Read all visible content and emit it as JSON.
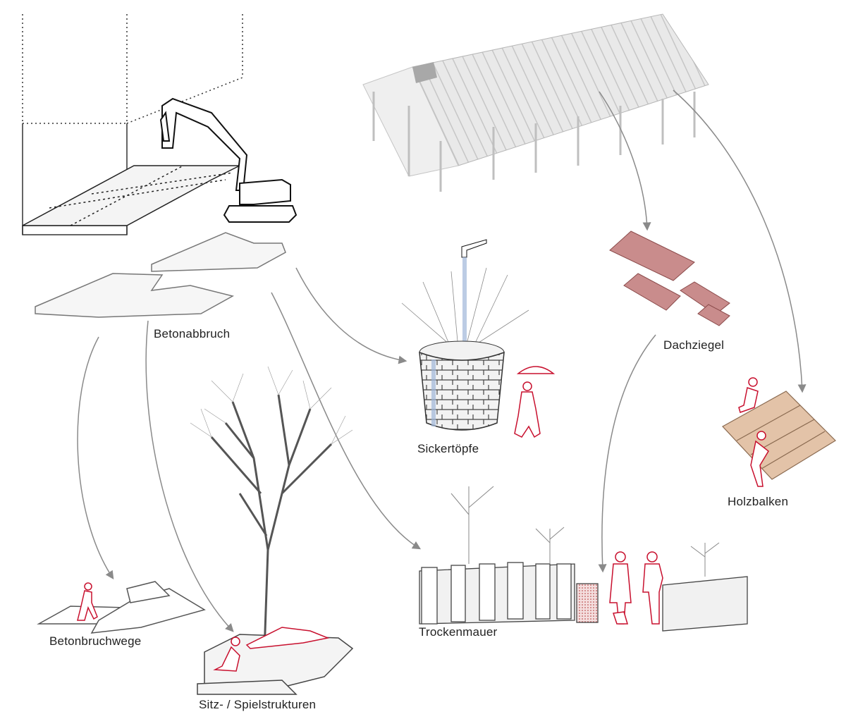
{
  "labels": {
    "betonabbruch": "Betonabbruch",
    "dachziegel": "Dachziegel",
    "sickertoepfe": "Sickertöpfe",
    "holzbalken": "Holzbalken",
    "trockenmauer": "Trockenmauer",
    "betonbruchwege": "Betonbruchwege",
    "sitz_spielstrukturen": "Sitz- / Spielstrukturen"
  },
  "colors": {
    "figure_red": "#c8102e",
    "arrow_gray": "#8a8a8a",
    "roof_gray": "#b9b9b9",
    "tile_pink": "#c98c8c",
    "wood": "#e3c3a8",
    "water_blue": "#9fb6d8"
  }
}
